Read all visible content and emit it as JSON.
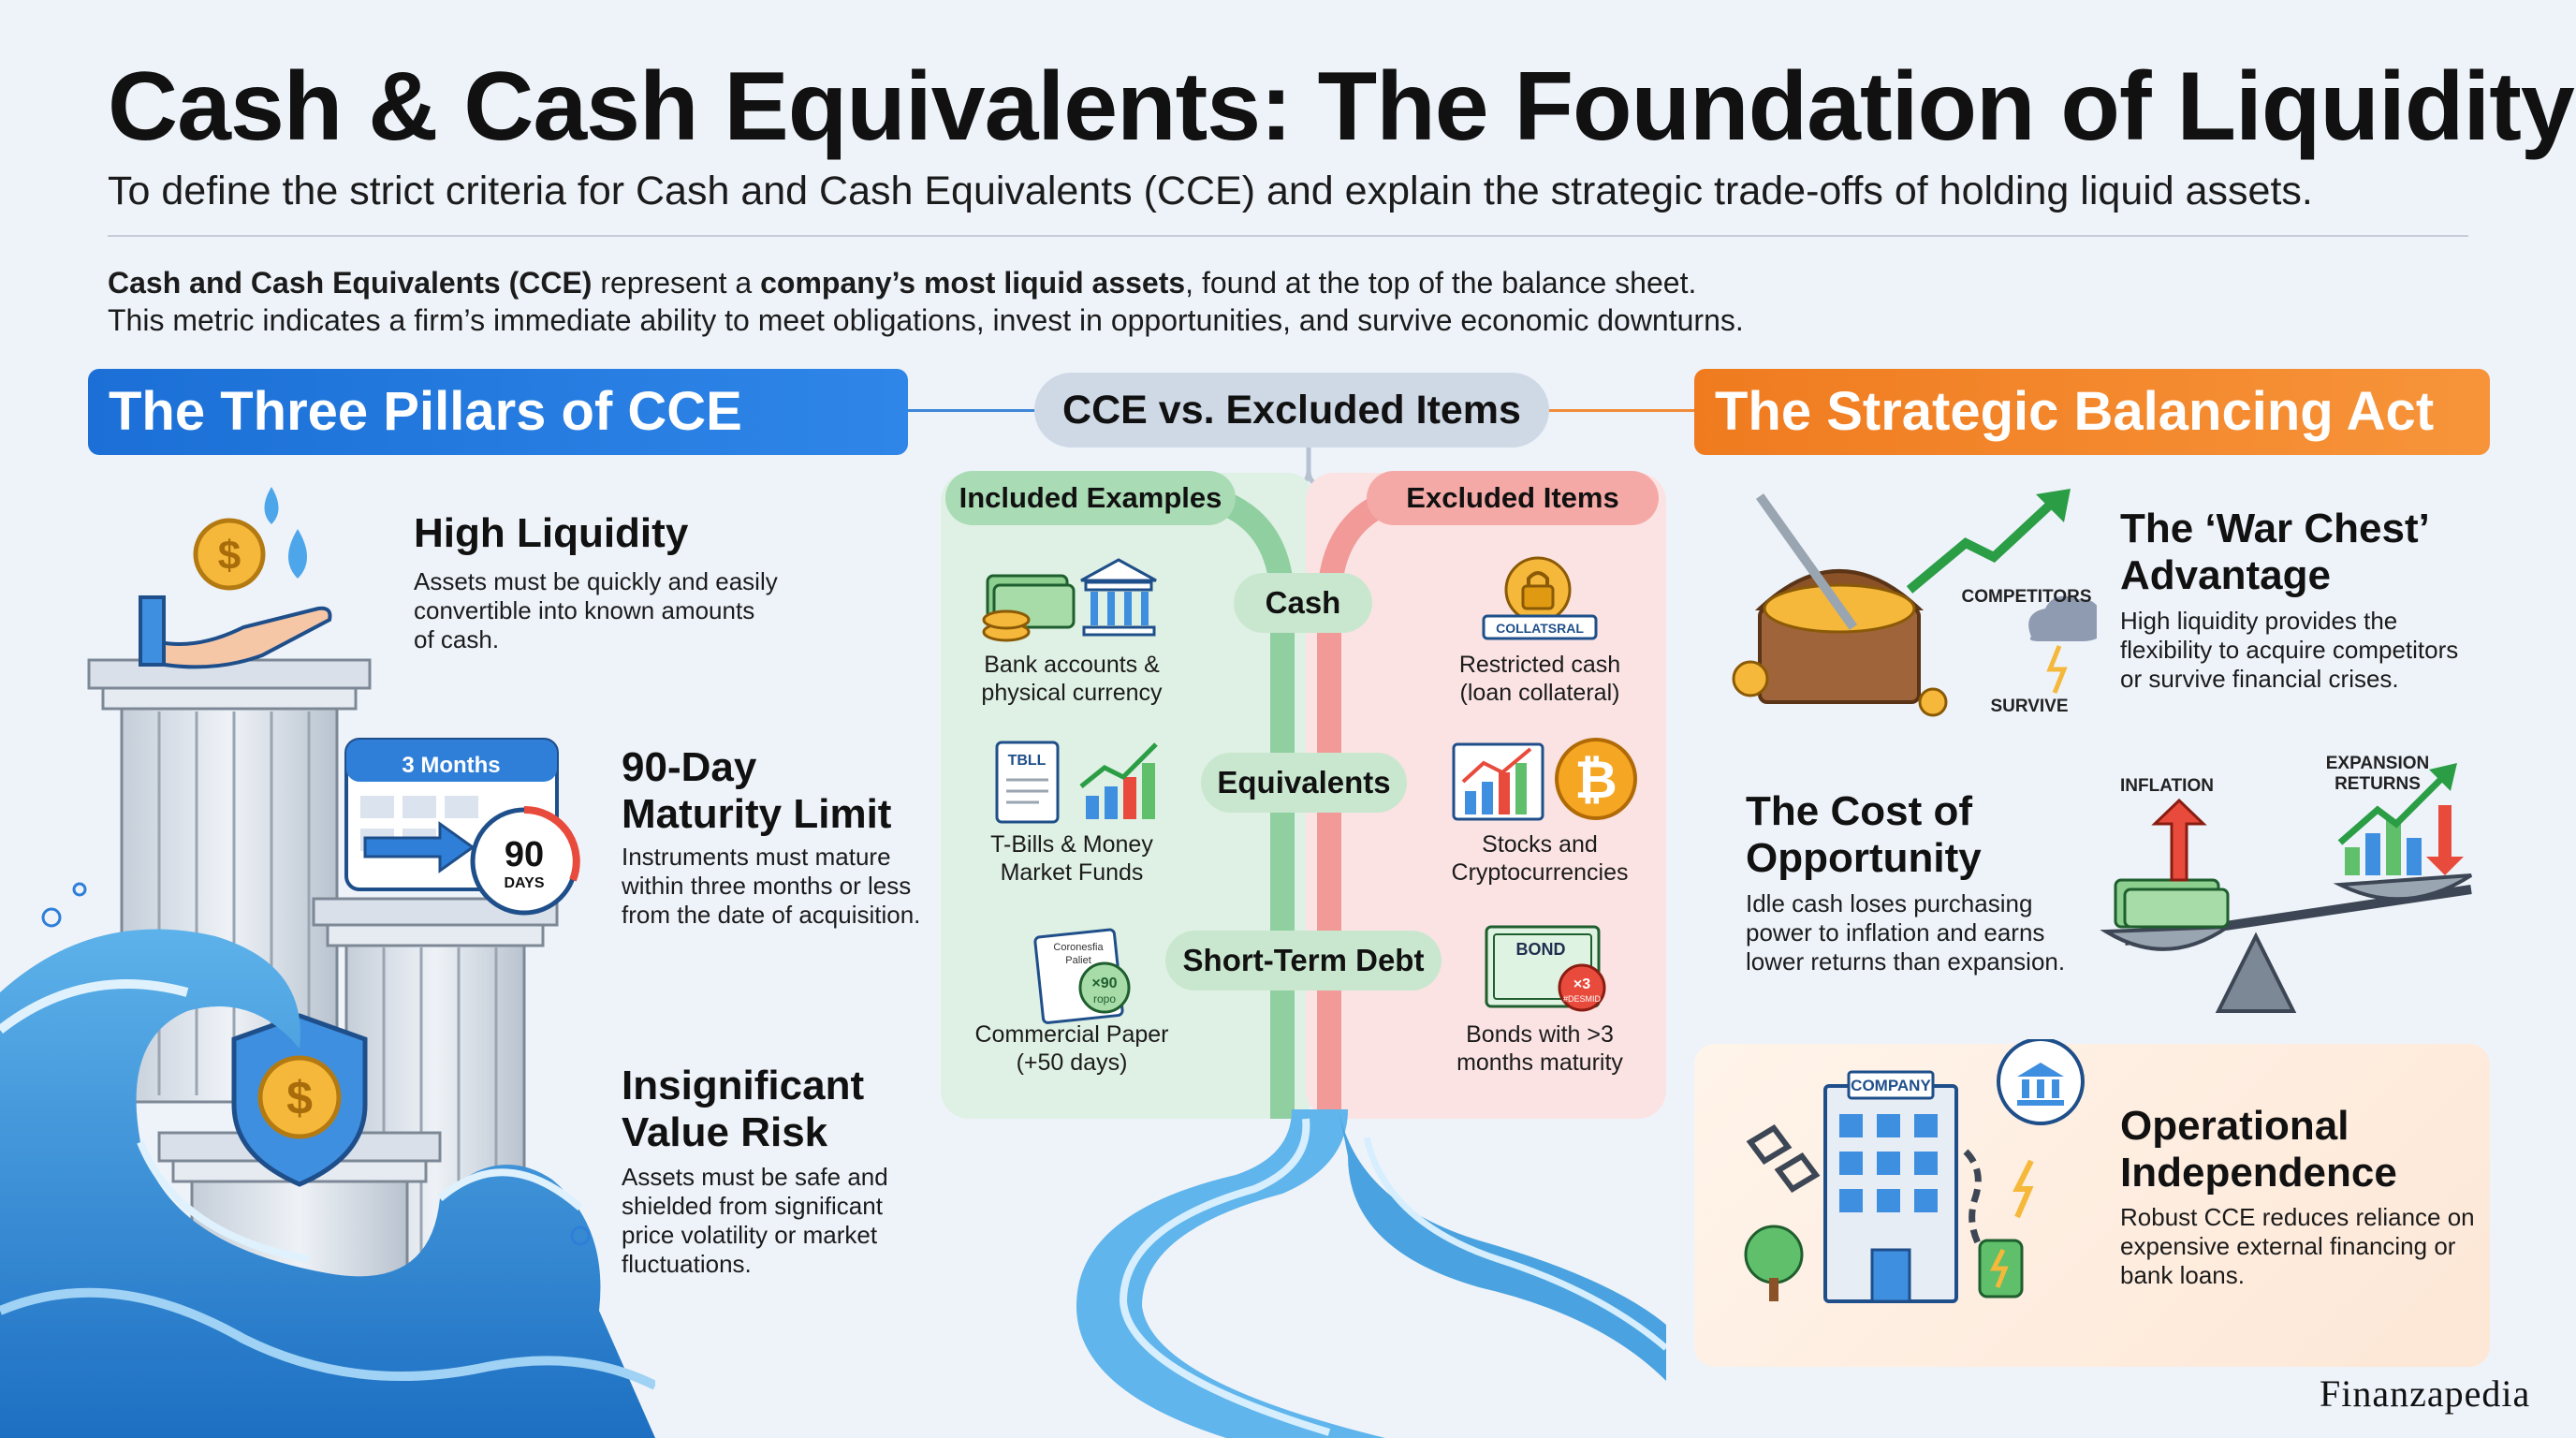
{
  "header": {
    "title": "Cash & Cash Equivalents: The Foundation of Liquidity",
    "subtitle": "To define the strict criteria for Cash and Cash Equivalents (CCE) and explain the strategic trade-offs of holding liquid assets.",
    "intro_bold_1": "Cash and Cash Equivalents (CCE)",
    "intro_text_1": " represent a ",
    "intro_bold_2": "company’s most liquid assets",
    "intro_text_2": ", found at the top of the balance sheet.",
    "intro_line_2": "This metric indicates a firm’s immediate ability to meet obligations, invest in opportunities, and survive economic downturns."
  },
  "left": {
    "banner": "The Three Pillars of CCE",
    "pillars": [
      {
        "title": "High Liquidity",
        "body": "Assets must be quickly and easily convertible into known amounts of cash."
      },
      {
        "title_1": "90-Day",
        "title_2": "Maturity Limit",
        "body": "Instruments must mature within three months or less from the date of acquisition."
      },
      {
        "title_1": "Insignificant",
        "title_2": "Value Risk",
        "body": "Assets must be safe and shielded from significant price volatility or market fluctuations."
      }
    ],
    "calendar_label": "3 Months",
    "timer_number": "90",
    "timer_unit": "DAYS"
  },
  "center": {
    "pill": "CCE vs. Excluded Items",
    "included_tag": "Included Examples",
    "excluded_tag": "Excluded Items",
    "categories": [
      "Cash",
      "Equivalents",
      "Short-Term Debt"
    ],
    "included": [
      {
        "line1": "Bank accounts &",
        "line2": "physical currency"
      },
      {
        "line1": "T-Bills & Money",
        "line2": "Market Funds",
        "icon_text": "TBLL"
      },
      {
        "line1": "Commercial Paper",
        "line2": "(+50 days)",
        "icon_text_1": "Coronesfia",
        "icon_text_2": "Paliet",
        "icon_badge_1": "×90",
        "icon_badge_2": "ropo"
      }
    ],
    "excluded": [
      {
        "line1": "Restricted cash",
        "line2": "(loan collateral)",
        "icon_text": "COLLATSRAL"
      },
      {
        "line1": "Stocks and",
        "line2": "Cryptocurrencies"
      },
      {
        "line1": "Bonds with >3",
        "line2": "months maturity",
        "icon_text": "BOND",
        "icon_badge_1": "×3",
        "icon_badge_2": "#DESMID"
      }
    ]
  },
  "right": {
    "banner": "The Strategic Balancing Act",
    "cards": [
      {
        "title_1": "The ‘War Chest’",
        "title_2": "Advantage",
        "body": "High liquidity provides the flexibility to acquire competitors or survive financial crises.",
        "label_1": "COMPETITORS",
        "label_2": "SURVIVE"
      },
      {
        "title_1": "The Cost of",
        "title_2": "Opportunity",
        "body": "Idle cash loses purchasing power to inflation and earns lower returns than expansion.",
        "label_1": "INFLATION",
        "label_2": "EXPANSION",
        "label_3": "RETURNS"
      },
      {
        "title_1": "Operational",
        "title_2": "Independence",
        "body": "Robust CCE reduces reliance on expensive external financing or bank loans.",
        "label_1": "COMPANY"
      }
    ]
  },
  "brand": "Finanzapedia",
  "colors": {
    "blue": "#1b6fd6",
    "orange": "#f07b1f",
    "green": "#a9dbb4",
    "red": "#f5a9a6",
    "water": "#4aa3e0"
  }
}
